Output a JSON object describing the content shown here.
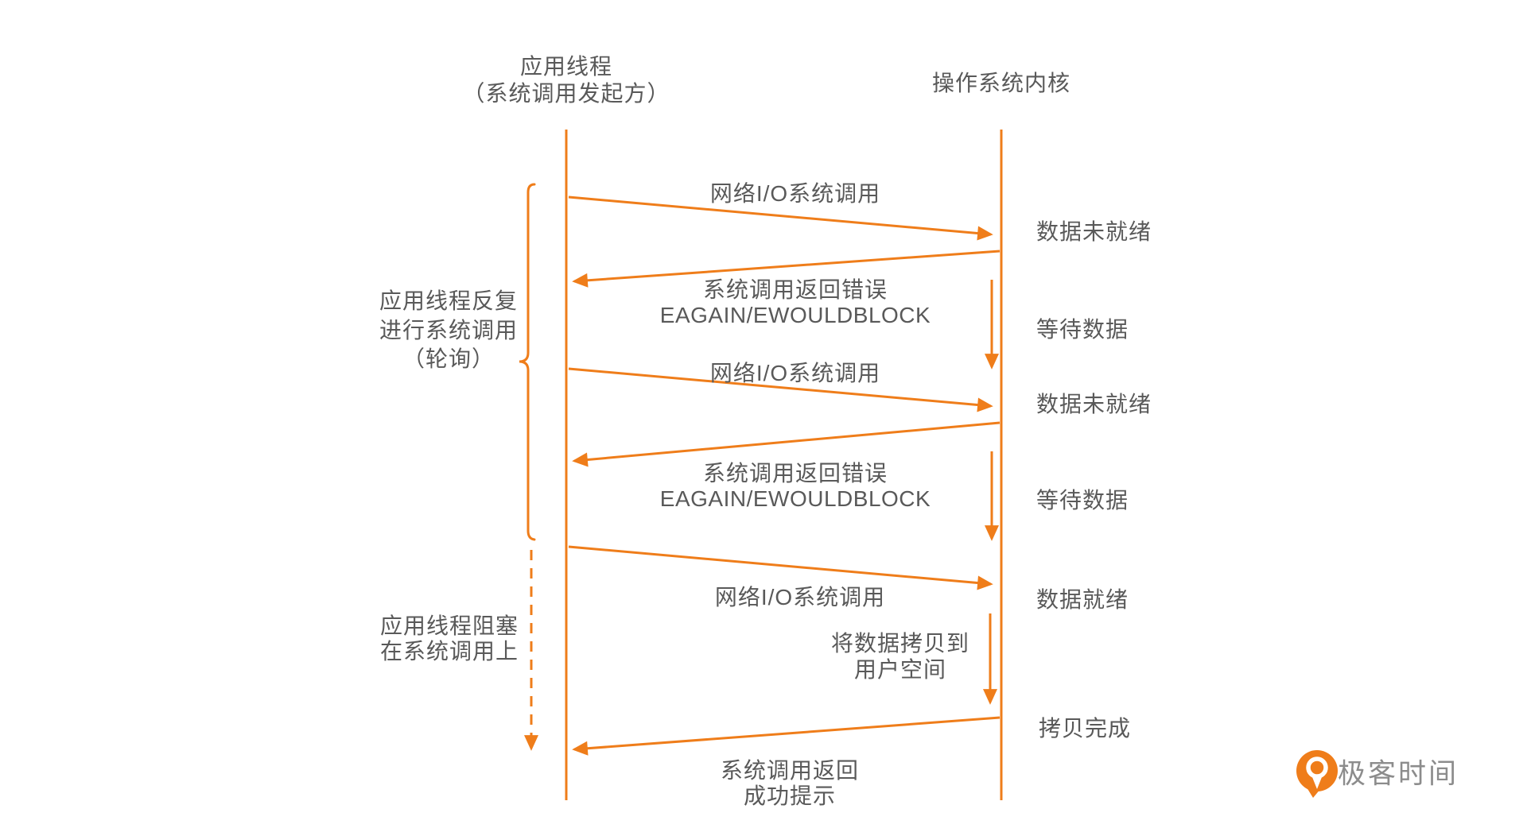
{
  "colors": {
    "accent": "#EF7D1A",
    "text": "#595959",
    "logo_text": "#8C8C8C"
  },
  "actors": {
    "app_thread": {
      "title": "应用线程",
      "subtitle": "（系统调用发起方）"
    },
    "kernel": {
      "title": "操作系统内核"
    }
  },
  "annotations": {
    "polling": {
      "line1": "应用线程反复",
      "line2": "进行系统调用",
      "line3": "（轮询）"
    },
    "blocking": {
      "line1": "应用线程阻塞",
      "line2": "在系统调用上"
    }
  },
  "messages": {
    "io_call": "网络I/O系统调用",
    "error_return": "系统调用返回错误",
    "error_code": "EAGAIN/EWOULDBLOCK",
    "copy_line1": "将数据拷贝到",
    "copy_line2": "用户空间",
    "success_return": "系统调用返回",
    "success_hint": "成功提示"
  },
  "kernel_states": {
    "not_ready": "数据未就绪",
    "waiting": "等待数据",
    "ready": "数据就绪",
    "copy_done": "拷贝完成"
  },
  "logo": {
    "text": "极客时间"
  }
}
